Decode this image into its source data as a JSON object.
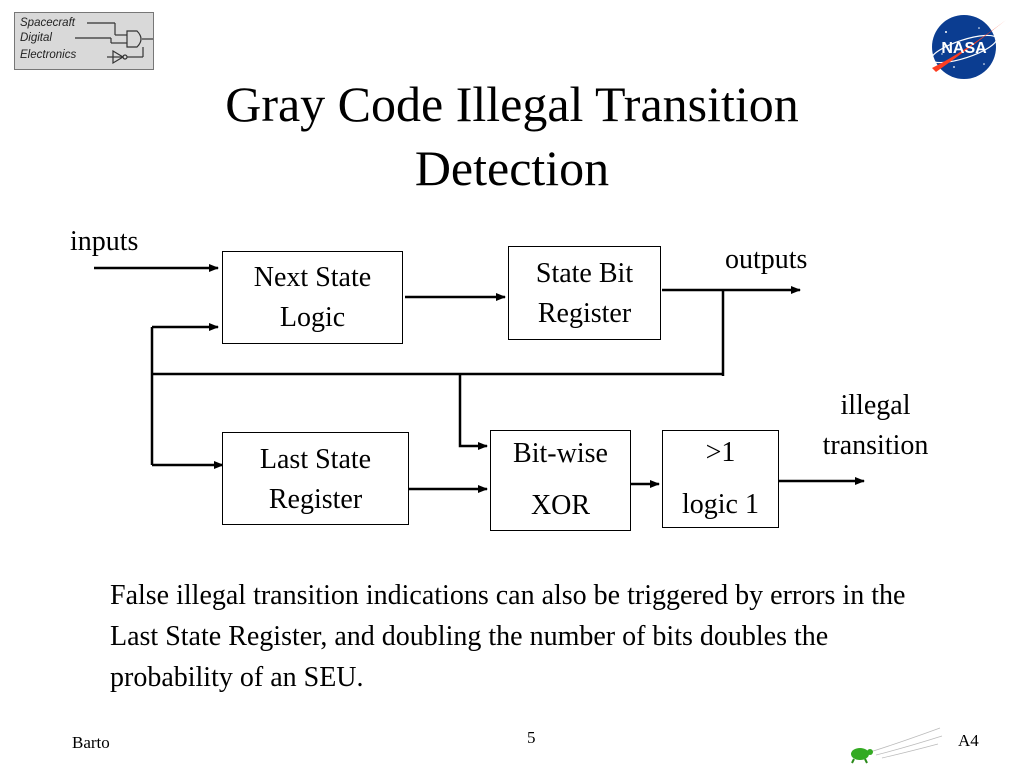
{
  "logo": {
    "lines": [
      "Spacecraft",
      "Digital",
      "Electronics"
    ],
    "colors": {
      "background": "#d9d9d9",
      "border": "#777777",
      "text": "#222222"
    }
  },
  "nasa_logo": {
    "text": "NASA",
    "colors": {
      "circle": "#0b3d91",
      "chevron": "#fc3d21",
      "text": "#ffffff"
    }
  },
  "slide": {
    "title_line1": "Gray Code Illegal Transition",
    "title_line2": "Detection"
  },
  "diagram": {
    "labels": {
      "inputs": "inputs",
      "outputs": "outputs",
      "illegal_line1": "illegal",
      "illegal_line2": "transition"
    },
    "blocks": {
      "next_state_logic": [
        "Next State",
        "Logic"
      ],
      "state_bit_register": [
        "State Bit",
        "Register"
      ],
      "last_state_register": [
        "Last State",
        "Register"
      ],
      "bitwise_xor": [
        "Bit-wise",
        "XOR"
      ],
      "greater_than_one": [
        ">1",
        "logic 1"
      ]
    }
  },
  "body_text": "False illegal transition indications can also be triggered by errors in the Last State Register, and doubling the number of bits doubles the probability of an SEU.",
  "footer": {
    "author": "Barto",
    "page": "5",
    "code": "A4"
  },
  "decorations": {
    "turtle_icon": "turtle-icon",
    "turtle_color": "#33aa22"
  }
}
